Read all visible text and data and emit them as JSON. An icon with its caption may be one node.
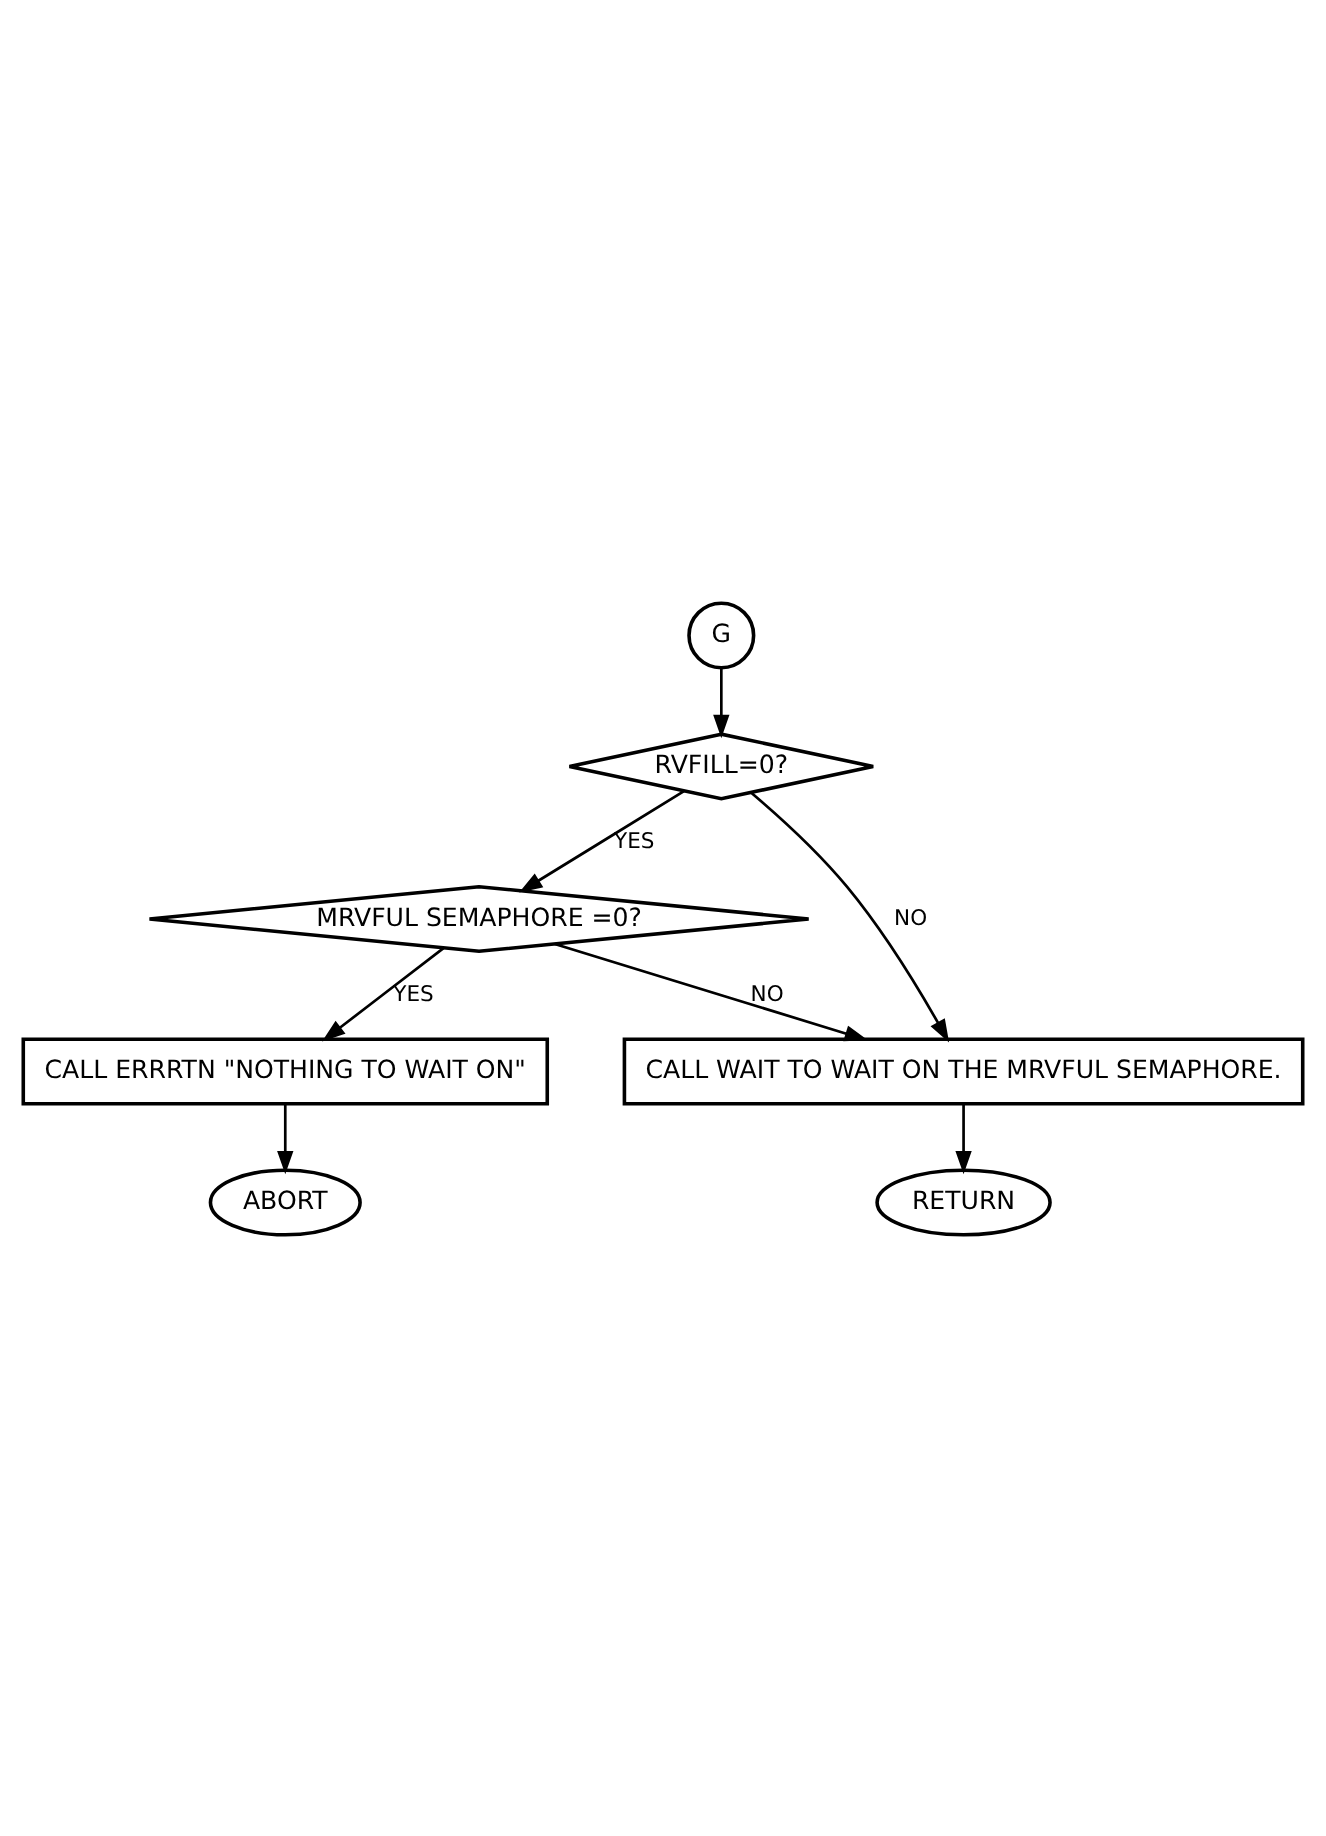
{
  "diagram": {
    "nodes": [
      {
        "text": [
          "G"
        ]
      },
      {
        "text": [
          "RVFILL=0?"
        ]
      },
      {
        "text": [
          "MRVFUL SEMAPHORE =0?"
        ]
      },
      {
        "text": [
          "CALL WAIT TO WAIT ON THE MRVFUL SEMAPHORE."
        ]
      },
      {
        "text": [
          "CALL ERRRTN \"NOTHING TO WAIT ON\""
        ]
      },
      {
        "text": [
          "ABORT"
        ]
      },
      {
        "text": [
          "RETURN"
        ]
      }
    ],
    "edges": [
      {
        "from": 0,
        "to": 1,
        "arrow": "to"
      },
      {
        "from": 1,
        "to": 2,
        "arrow": "to",
        "label": "YES"
      },
      {
        "from": 1,
        "to": 3,
        "arrow": "to",
        "label": "NO"
      },
      {
        "from": 2,
        "to": 3,
        "arrow": "to",
        "label": "NO"
      },
      {
        "from": 2,
        "to": 4,
        "arrow": "to",
        "label": "YES"
      },
      {
        "from": 4,
        "to": 5,
        "arrow": "to"
      },
      {
        "from": 3,
        "to": 6,
        "arrow": "to"
      }
    ]
  }
}
